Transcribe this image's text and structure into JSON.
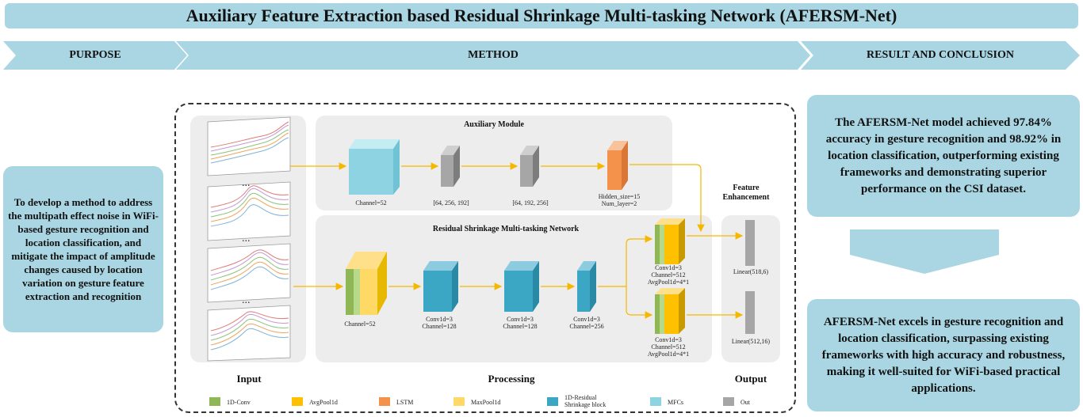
{
  "title": "Auxiliary Feature Extraction based Residual Shrinkage Multi-tasking Network (AFERSM-Net)",
  "sections": {
    "purpose": "PURPOSE",
    "method": "METHOD",
    "result": "RESULT AND CONCLUSION"
  },
  "purpose_text": "To develop a method to address the multipath effect noise in WiFi-based gesture recognition and location classification, and mitigate the impact of amplitude changes caused by location variation on gesture feature extraction and recognition",
  "result_text_1": "The AFERSM-Net model achieved 97.84% accuracy in gesture recognition and 98.92% in location classification, outperforming existing frameworks and demonstrating superior performance on the CSI dataset.",
  "result_text_2": "AFERSM-Net excels in gesture recognition and location classification, surpassing existing frameworks with high accuracy and robustness, making it well-suited for WiFi-based practical applications.",
  "method": {
    "auxiliary_title": "Auxiliary Module",
    "rsmn_title": "Residual Shrinkage Multi-tasking Network",
    "feature_enhancement": "Feature Enhancement",
    "input_label": "Input",
    "processing_label": "Processing",
    "output_label": "Output",
    "dots": "...",
    "aux_labels": [
      "Channel=52",
      "[64, 256, 192]",
      "[64, 192, 256]",
      "Hidden_size=15",
      "Num_layer=2"
    ],
    "rsmn_labels": {
      "b1": "Channel=52",
      "b2a": "Conv1d=3",
      "b2b": "Channel=128",
      "b3a": "Conv1d=3",
      "b3b": "Channel=128",
      "b4a": "Conv1d=3",
      "b4b": "Channel=256",
      "t1a": "Conv1d=3",
      "t1b": "Channel=512",
      "t1c": "AvgPool1d=4*1",
      "t2a": "Conv1d=3",
      "t2b": "Channel=512",
      "t2c": "AvgPool1d=4*1"
    },
    "out_labels": [
      "Linear(518,6)",
      "Linear(512,16)"
    ]
  },
  "legend": [
    {
      "label": "1D-Conv",
      "color": "#8fb755"
    },
    {
      "label": "AvgPool1d",
      "color": "#ffc000"
    },
    {
      "label": "LSTM",
      "color": "#f4914a"
    },
    {
      "label": "MaxPool1d",
      "color": "#ffd966"
    },
    {
      "label": "1D-Residual Shrinkage block",
      "color": "#3ba7c4"
    },
    {
      "label": "MFCs",
      "color": "#8ed3e1"
    },
    {
      "label": "Out",
      "color": "#a6a6a6"
    }
  ],
  "colors": {
    "band": "#a9d6e2",
    "arrow": "#f5b800",
    "panel": "#ededed"
  }
}
